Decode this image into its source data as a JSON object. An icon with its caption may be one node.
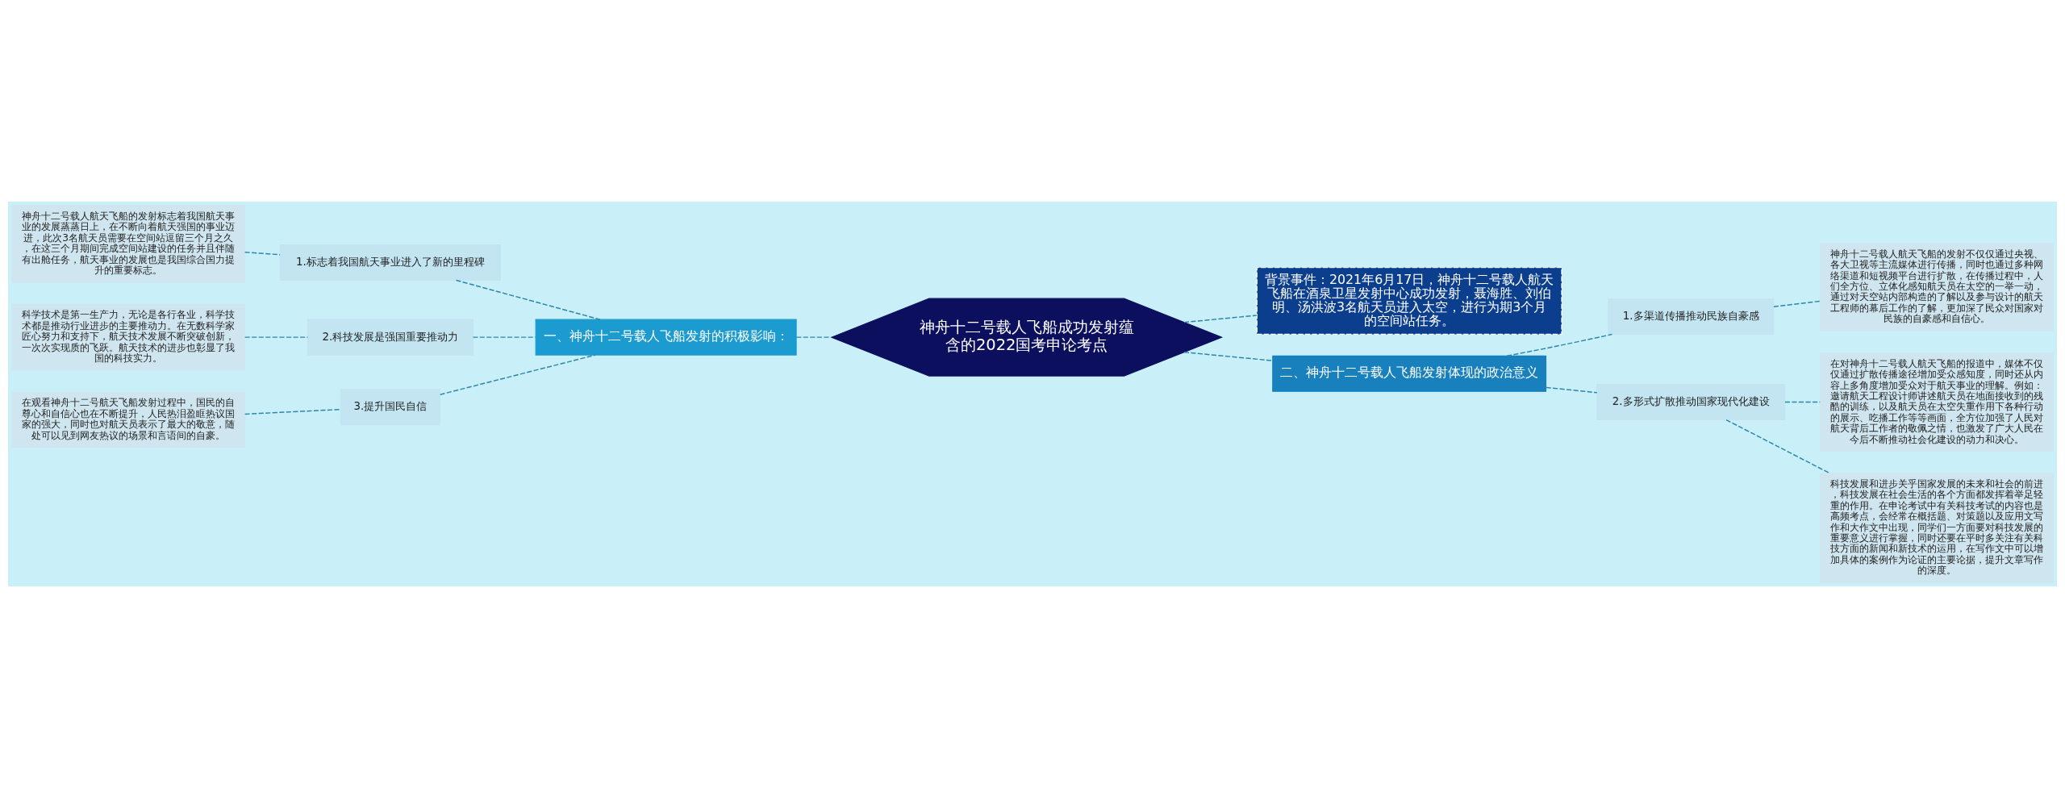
{
  "diagram": {
    "nodes": [
      {
        "text": [
          "神舟十二号载人飞船成功发射蕴含的2022国考申论考点"
        ]
      },
      {
        "text": [
          "一、神舟十二号载人飞船发射的积极影响："
        ]
      },
      {
        "text": [
          "1.标志着我国航天事业进入了新的里程碑"
        ]
      },
      {
        "text": [
          "神舟十二号载人航天飞船的发射标志着我国航天事业的发展蒸蒸日上，在不断向着航天强国的事业迈进，此次3名航天员需要在空间站逗留三个月之久，在这三个月期间完成空间站建设的任务并且伴随有出舱任务，航天事业的发展也是我国综合国力提升的重要标志。"
        ]
      },
      {
        "text": [
          "2.科技发展是强国重要推动力"
        ]
      },
      {
        "text": [
          "科学技术是第一生产力，无论是各行各业，科学技术都是推动行业进步的主要推动力。在无数科学家匠心努力和支持下，航天技术发展不断突破创新，一次次实现质的飞跃。航天技术的进步也彰显了我国的科技实力。"
        ]
      },
      {
        "text": [
          "3.提升国民自信"
        ]
      },
      {
        "text": [
          "在观看神舟十二号航天飞船发射过程中，国民的自尊心和自信心也在不断提升，人民热泪盈眶热议国家的强大，同时也对航天员表示了最大的敬意，随处可以见到网友热议的场景和言语间的自豪。"
        ]
      },
      {
        "text": [
          "背景事件：2021年6月17日，神舟十二号载人航天飞船在酒泉卫星发射中心成功发射，聂海胜、刘伯明、汤洪波3名航天员进入太空，进行为期3个月的空间站任务。"
        ]
      },
      {
        "text": [
          "二、神舟十二号载人飞船发射体现的政治意义"
        ]
      },
      {
        "text": [
          "1.多渠道传播推动民族自豪感"
        ]
      },
      {
        "text": [
          "神舟十二号载人航天飞船的发射不仅仅通过央视、各大卫视等主流媒体进行传播，同时也通过多种网络渠道和短视频平台进行扩散，在传播过程中，人们全方位、立体化感知航天员在太空的一举一动，通过对天空站内部构造的了解以及参与设计的航天工程师的幕后工作的了解，更加深了民众对国家对民族的自豪感和自信心。"
        ]
      },
      {
        "text": [
          "2.多形式扩散推动国家现代化建设"
        ]
      },
      {
        "text": [
          "在对神舟十二号载人航天飞船的报道中，媒体不仅仅通过扩散传播途径增加受众感知度，同时还从内容上多角度增加受众对于航天事业的理解。例如：邀请航天工程设计师讲述航天员在地面接收到的残酷的训练，以及航天员在太空失重作用下各种行动的展示、吃播工作等等画面，全方位加强了人民对航天背后工作者的敬佩之情，也激发了广大人民在今后不断推动社会化建设的动力和决心。"
        ]
      },
      {
        "text": [
          "科技发展和进步关乎国家发展的未来和社会的前进，科技发展在社会生活的各个方面都发挥着举足轻重的作用。在申论考试中有关科技考试的内容也是高频考点，会经常在概括题、对策题以及应用文写作和大作文中出现，同学们一方面要对科技发展的重要意义进行掌握，同时还要在平时多关注有关科技方面的新闻和新技术的运用，在写作文中可以增加具体的案例作为论证的主要论据，提升文章写作的深度。"
        ]
      }
    ],
    "edges": [
      {
        "from": 0,
        "to": 1,
        "arrow": "none",
        "style": "dashed"
      },
      {
        "from": 1,
        "to": 2,
        "arrow": "none",
        "style": "dashed"
      },
      {
        "from": 2,
        "to": 3,
        "arrow": "none",
        "style": "dashed"
      },
      {
        "from": 1,
        "to": 4,
        "arrow": "none",
        "style": "dashed"
      },
      {
        "from": 4,
        "to": 5,
        "arrow": "none",
        "style": "dashed"
      },
      {
        "from": 1,
        "to": 6,
        "arrow": "none",
        "style": "dashed"
      },
      {
        "from": 6,
        "to": 7,
        "arrow": "none",
        "style": "dashed"
      },
      {
        "from": 0,
        "to": 8,
        "arrow": "none",
        "style": "dashed"
      },
      {
        "from": 0,
        "to": 9,
        "arrow": "none",
        "style": "dashed"
      },
      {
        "from": 9,
        "to": 10,
        "arrow": "none",
        "style": "dashed"
      },
      {
        "from": 10,
        "to": 11,
        "arrow": "none",
        "style": "dashed"
      },
      {
        "from": 9,
        "to": 12,
        "arrow": "none",
        "style": "dashed"
      },
      {
        "from": 12,
        "to": 13,
        "arrow": "none",
        "style": "dashed"
      },
      {
        "from": 12,
        "to": 14,
        "arrow": "none",
        "style": "dashed"
      }
    ]
  }
}
